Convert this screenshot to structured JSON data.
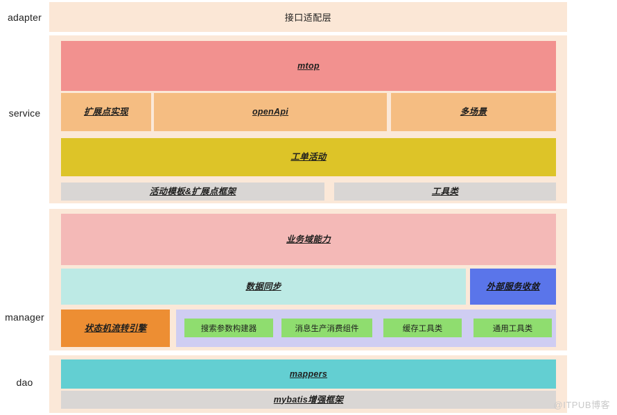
{
  "diagram": {
    "title": "接口适配层",
    "watermark": "@ITPUB博客",
    "layers": [
      {
        "key": "adapter",
        "label": "adapter",
        "caption": "接口适配层",
        "band_color": "#fbe7d6"
      },
      {
        "key": "service",
        "label": "service",
        "band_color": "#fbe8d8",
        "boxes": {
          "mtop": {
            "text": "mtop",
            "color": "#f2918f"
          },
          "extension_point": {
            "text": "扩展点实现",
            "color": "#f5bd82"
          },
          "openapi": {
            "text": "openApi",
            "color": "#f5bd82"
          },
          "multi_scene": {
            "text": "多场景",
            "color": "#f5bd82"
          },
          "work_order": {
            "text": "工单活动",
            "color": "#ddc428"
          },
          "template_framework": {
            "text": "活动模板&扩展点框架",
            "color": "#d9d6d4"
          },
          "tool_classes": {
            "text": "工具类",
            "color": "#d9d6d4"
          }
        }
      },
      {
        "key": "manager",
        "label": "manager",
        "band_color": "#fbe8d8",
        "boxes": {
          "business_domain": {
            "text": "业务域能力",
            "color": "#f4b9b7"
          },
          "data_sync": {
            "text": "数据同步",
            "color": "#bdeae5"
          },
          "external_service": {
            "text": "外部服务收敛",
            "color": "#5a75ea"
          },
          "state_machine": {
            "text": "状态机流转引擎",
            "color": "#ed8e33"
          },
          "tool_panel": {
            "color": "#cfcdf2"
          }
        },
        "tools": [
          {
            "text": "搜索参数构建器",
            "color": "#8fdd6f"
          },
          {
            "text": "消息生产消费组件",
            "color": "#8fdd6f"
          },
          {
            "text": "缓存工具类",
            "color": "#8fdd6f"
          },
          {
            "text": "通用工具类",
            "color": "#8fdd6f"
          }
        ]
      },
      {
        "key": "dao",
        "label": "dao",
        "band_color": "#fbe8d8",
        "boxes": {
          "mappers": {
            "text": "mappers",
            "color": "#63cfd2"
          },
          "mybatis": {
            "text": "mybatis增强框架",
            "color": "#d9d6d4"
          }
        }
      }
    ]
  }
}
